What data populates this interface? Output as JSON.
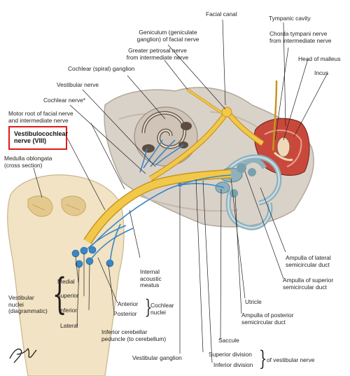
{
  "highlight": {
    "label": "Vestibulocochlear nerve (VIII)",
    "line1": "Vestibulocochlear",
    "line2": "nerve (VIII)",
    "color": "#e01b1b"
  },
  "labels": {
    "facial_canal": "Facial canal",
    "tympanic_cavity": "Tympanic cavity",
    "geniculum_1": "Geniculum (geniculate",
    "geniculum_2": "ganglion) of facial nerve",
    "chorda_1": "Chorda tympani nerve",
    "chorda_2": "from intermediate nerve",
    "petrosal_1": "Greater petrosal nerve",
    "petrosal_2": "from intermediate nerve",
    "head_malleus": "Head of malleus",
    "cochlear_ganglion": "Cochlear (spiral) ganglion",
    "incus": "Incus",
    "vestibular_nerve": "Vestibular nerve",
    "cochlear_nerve": "Cochlear nerve*",
    "motor_root_1": "Motor root of facial nerve",
    "motor_root_2": "and intermediate nerve",
    "medulla_1": "Medulla oblongata",
    "medulla_2": "(cross section)",
    "ampulla_lateral_1": "Ampulla of lateral",
    "ampulla_lateral_2": "semicircular duct",
    "internal_meatus_1": "Internal",
    "internal_meatus_2": "acoustic",
    "internal_meatus_3": "meatus",
    "ampulla_superior_1": "Ampulla of superior",
    "ampulla_superior_2": "semicircular duct",
    "medial": "Medial",
    "superior": "Superior",
    "inferior": "Inferior",
    "lateral": "Lateral",
    "vestibular_nuclei_1": "Vestibular",
    "vestibular_nuclei_2": "nuclei",
    "vestibular_nuclei_3": "(diagrammatic)",
    "anterior": "Anterior",
    "posterior": "Posterior",
    "cochlear_nuclei_1": "Cochlear",
    "cochlear_nuclei_2": "nuclei",
    "utricle": "Utricle",
    "ampulla_posterior_1": "Ampulla of posterior",
    "ampulla_posterior_2": "semicircular duct",
    "icp_1": "Inferior cerebellar",
    "icp_2": "peduncle (to cerebellum)",
    "saccule": "Saccule",
    "vestibular_ganglion": "Vestibular ganglion",
    "superior_division": "Superior division",
    "inferior_division": "Inferior division",
    "of_vestibular_nerve": "of vestibular nerve"
  },
  "colors": {
    "nerve": "#f2c84b",
    "nerve_outline": "#c9951d",
    "vestibular_branch": "#3b86c4",
    "bone": "#d9d2c9",
    "bone_shadow": "#b3a89b",
    "tympanic": "#c8493b",
    "medulla": "#f1e3c3",
    "labyrinth": "#8fb1bd"
  },
  "signature": "F. Netter"
}
